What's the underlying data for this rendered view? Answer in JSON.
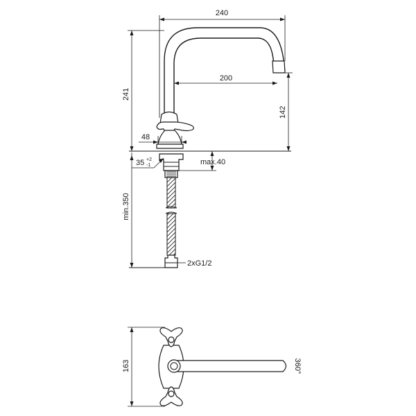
{
  "dimensions": {
    "width_total": "240",
    "reach": "200",
    "height_total": "241",
    "spout_height": "142",
    "body_width": "48",
    "hole_diameter": "35",
    "hole_tol_plus": "+2",
    "hole_tol_minus": "-1",
    "deck_thickness": "max.40",
    "hose_length": "min.350",
    "connection": "2xG1/2",
    "plan_depth": "163",
    "swivel": "360°"
  }
}
